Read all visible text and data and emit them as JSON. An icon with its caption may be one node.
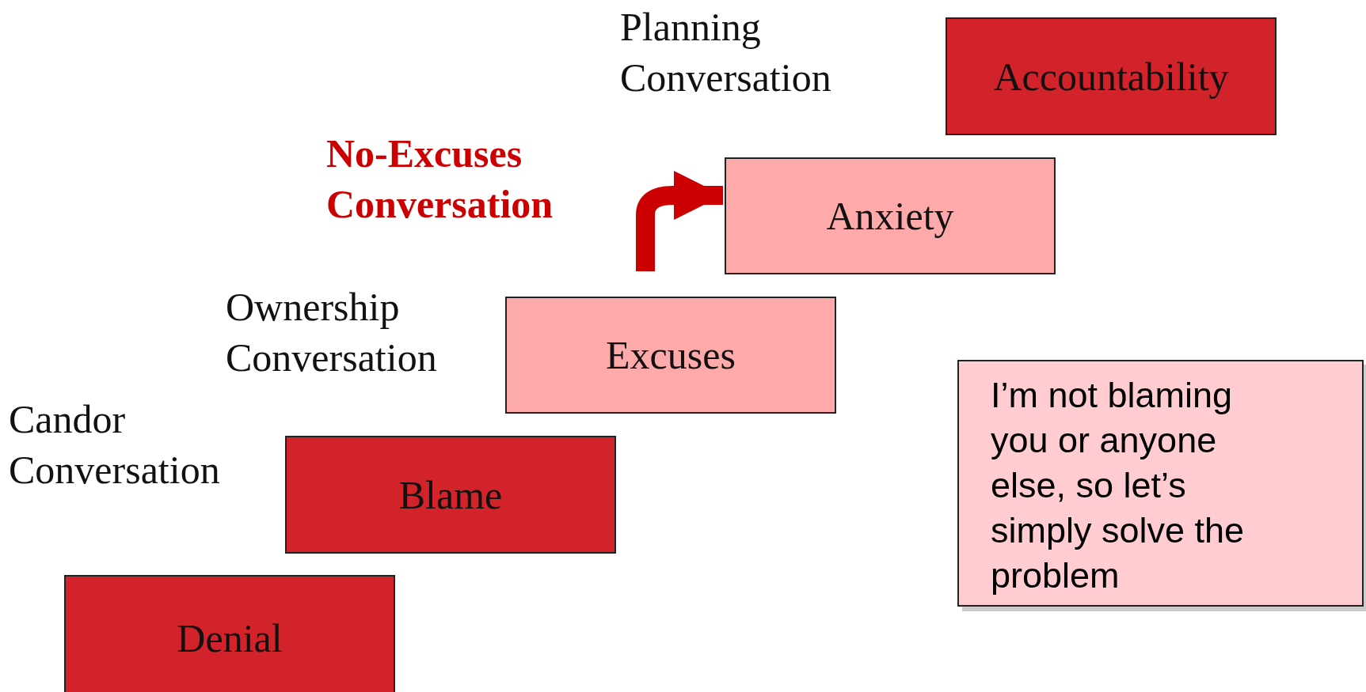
{
  "diagram": {
    "nodes": [
      {
        "text": [
          "Accountability"
        ]
      },
      {
        "text": [
          "Anxiety"
        ]
      },
      {
        "text": [
          "Excuses"
        ]
      },
      {
        "text": [
          "Blame"
        ]
      },
      {
        "text": [
          "Denial"
        ]
      },
      {
        "text": [
          "I’m not blaming you or anyone else, so let’s simply solve the problem"
        ]
      }
    ],
    "edges": [
      {
        "from": null,
        "to": 1,
        "arrow": "to"
      }
    ],
    "labels": [
      "Planning Conversation",
      "No-Excuses Conversation",
      "Ownership Conversation",
      "Candor Conversation"
    ]
  }
}
